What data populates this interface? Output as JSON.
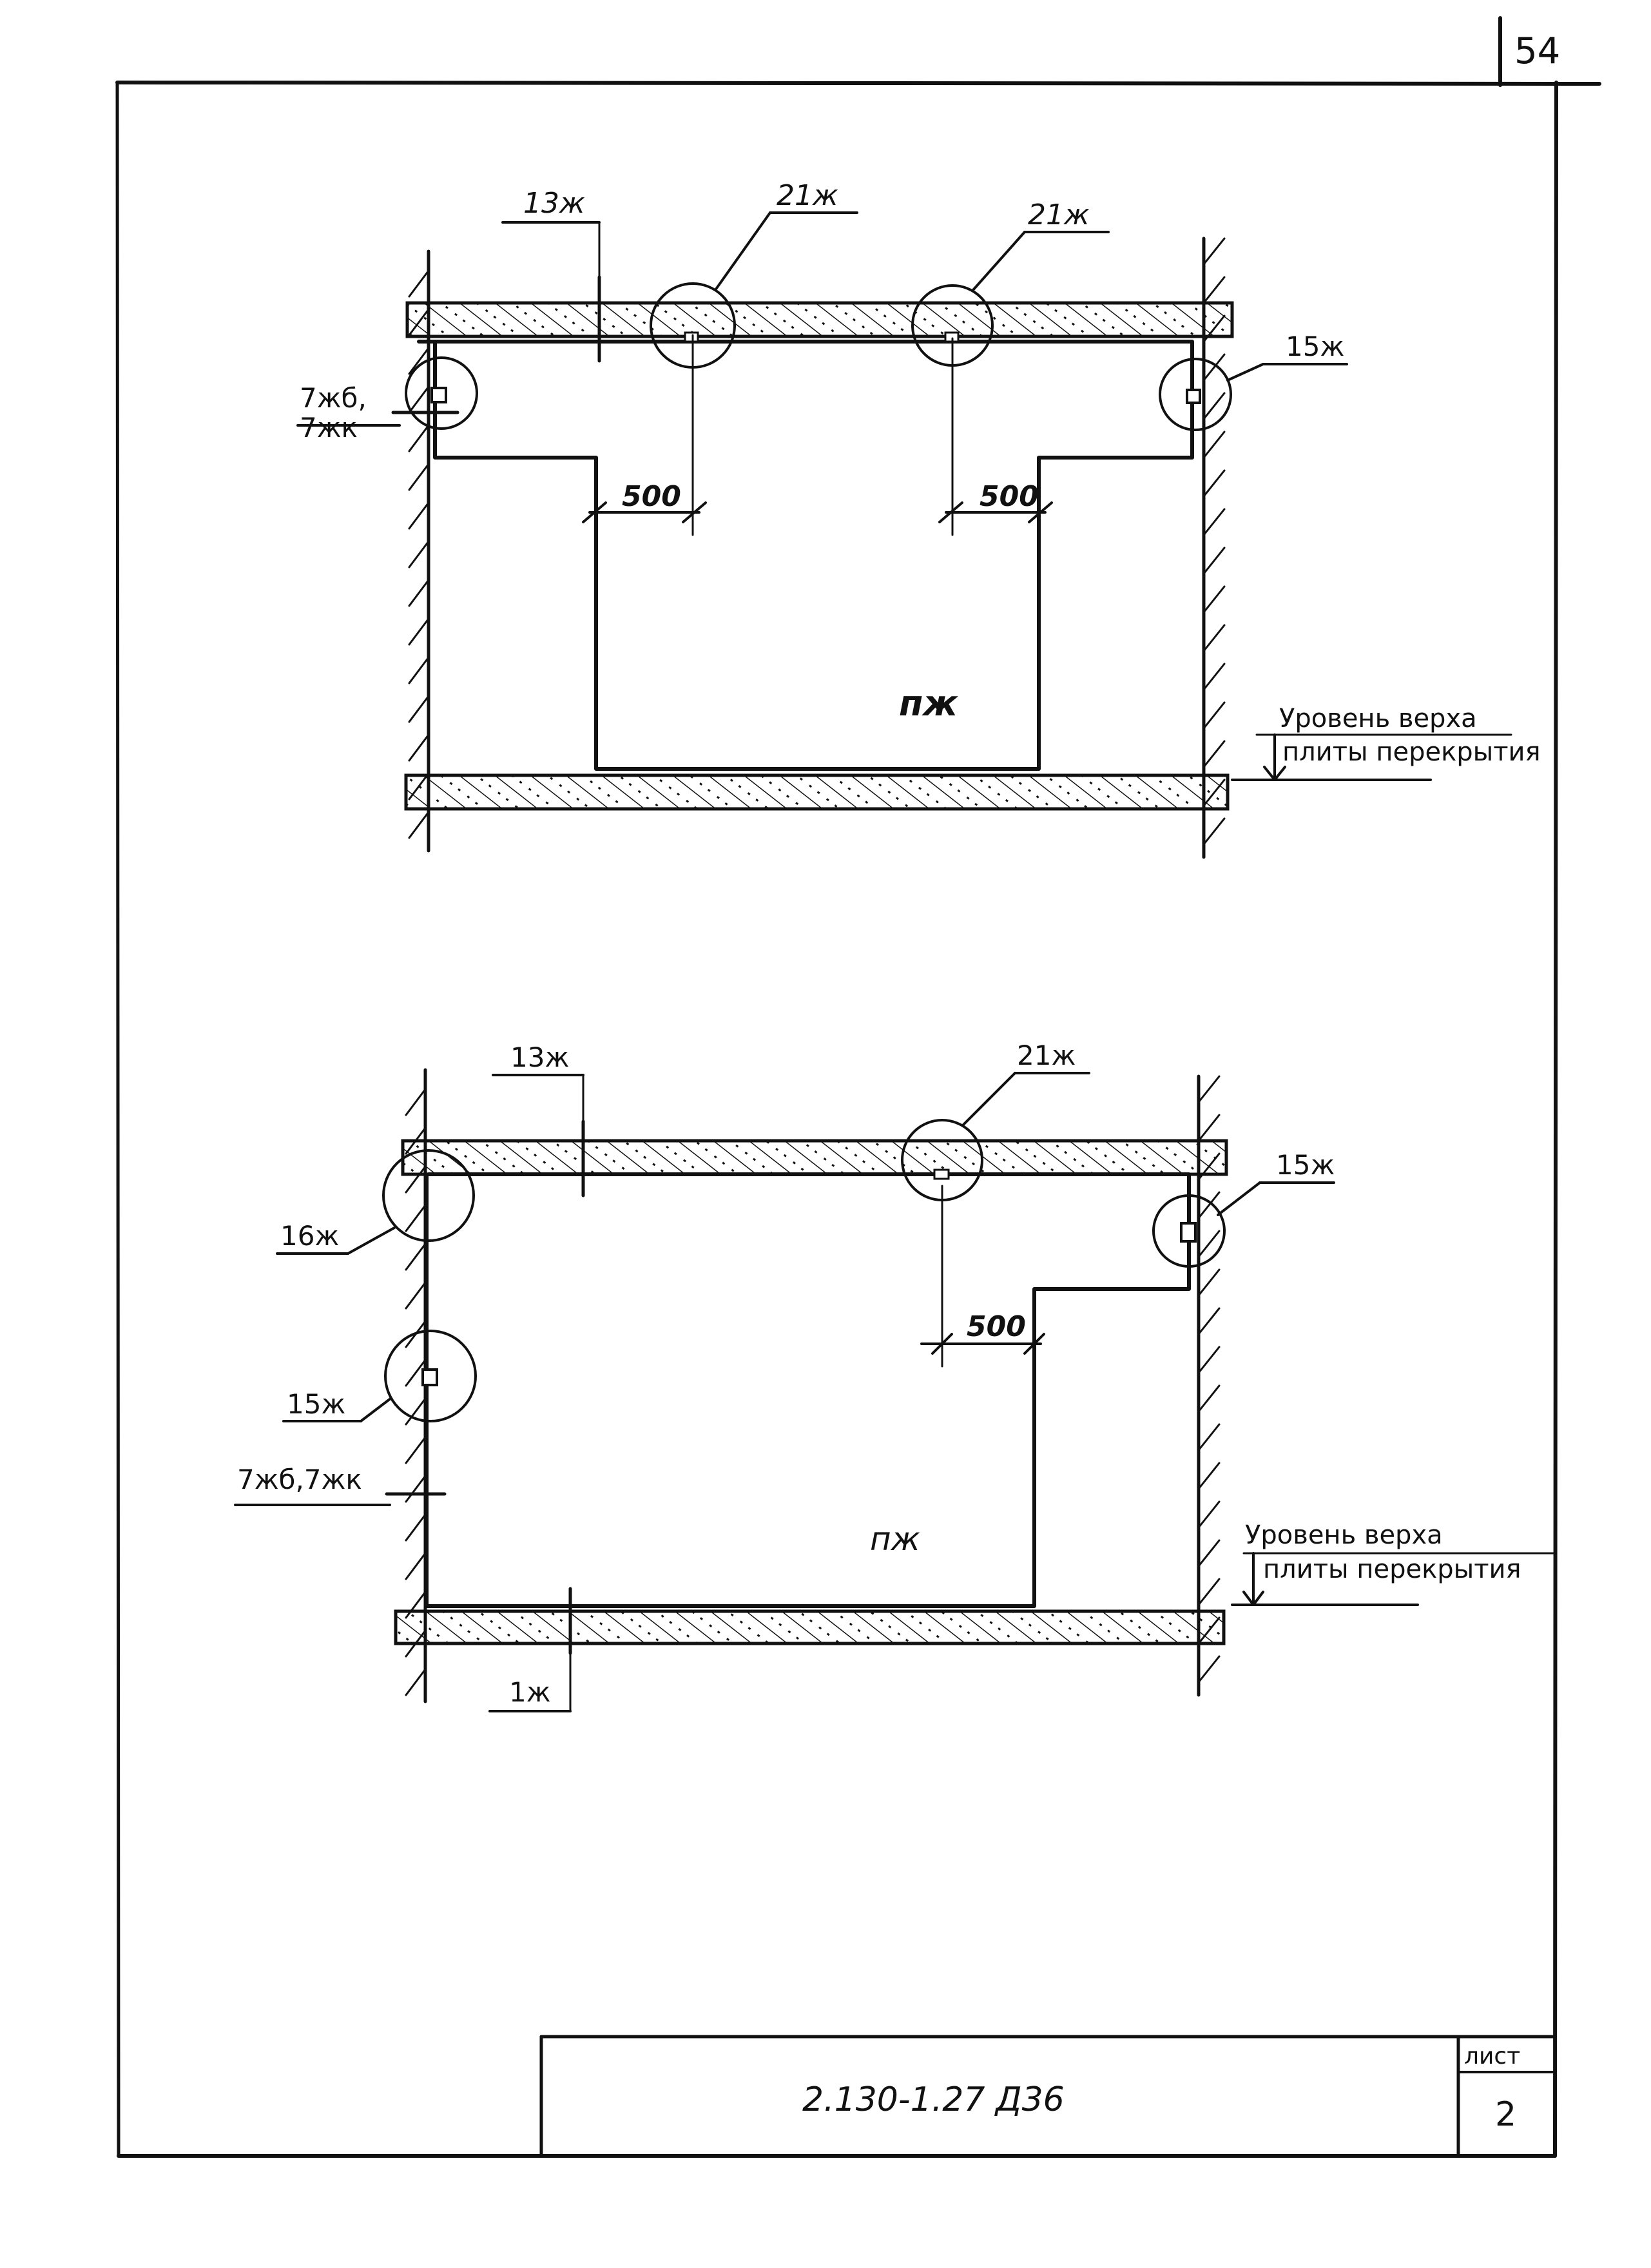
{
  "page": {
    "number": "54"
  },
  "detail_top": {
    "labels": {
      "conduit_13": "13ж",
      "joint_21_left": "21ж",
      "joint_21_right": "21ж",
      "corner_7": "7жб,",
      "corner_7b": "7жк",
      "corner_15": "15ж",
      "dim_left": "500",
      "dim_right": "500",
      "room": "пж",
      "level_line1": "Уровень верха",
      "level_line2": "плиты перекрытия"
    }
  },
  "detail_bottom": {
    "labels": {
      "conduit_13": "13ж",
      "joint_21": "21ж",
      "corner_16": "16ж",
      "box_15_right": "15ж",
      "box_15_left": "15ж",
      "corner_7": "7жб,7жк",
      "dim": "500",
      "room": "пж",
      "conduit_1": "1ж",
      "level_line1": "Уровень верха",
      "level_line2": "плиты перекрытия"
    }
  },
  "title_block": {
    "code": "2.130-1.27 Д36",
    "sheet_label": "лист",
    "sheet_number": "2"
  }
}
